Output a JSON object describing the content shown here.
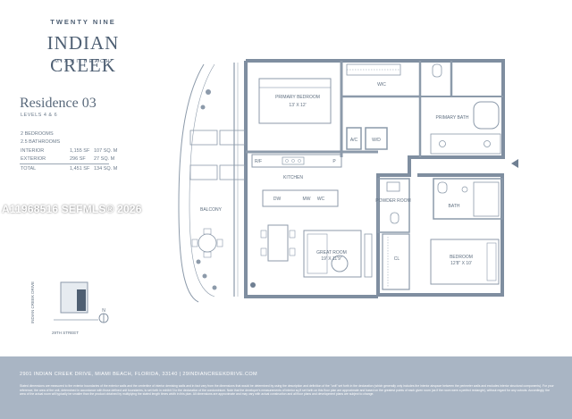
{
  "brand": {
    "top": "TWENTY NINE",
    "name": "INDIAN CREEK",
    "city": "MIAMI BEACH"
  },
  "residence": {
    "title": "Residence 03",
    "levels": "LEVELS 4 & 6",
    "bedrooms": "2 BEDROOMS",
    "bathrooms": "2.5 BATHROOMS",
    "interior": {
      "label": "INTERIOR",
      "sf": "1,155 SF",
      "m": "107 SQ. M"
    },
    "exterior": {
      "label": "EXTERIOR",
      "sf": "296 SF",
      "m": "27 SQ. M"
    },
    "total": {
      "label": "TOTAL",
      "sf": "1,451 SF",
      "m": "134 SQ. M"
    }
  },
  "watermark": "A11968516  SEFMLS® 2026",
  "rooms": {
    "primary_bedroom": "PRIMARY BEDROOM",
    "primary_bedroom_dim": "13' X 12'",
    "wic": "WIC",
    "primary_bath": "PRIMARY BATH",
    "ac": "A/C",
    "wd": "W/D",
    "rf": "R/F",
    "p": "P",
    "kitchen": "KITCHEN",
    "dw": "DW",
    "mw": "MW",
    "wc": "WC",
    "balcony": "BALCONY",
    "powder_room": "POWDER ROOM",
    "bath": "BATH",
    "great_room": "GREAT ROOM",
    "great_room_dim": "19' X 11'9\"",
    "cl": "CL",
    "bedroom": "BEDROOM",
    "bedroom_dim": "12'8\" X 10'"
  },
  "keyplan": {
    "street_vertical": "INDIAN CREEK DRIVE",
    "street_bottom": "29TH STREET",
    "north": "N"
  },
  "footer": {
    "address": "2901 INDIAN CREEK DRIVE, MIAMI BEACH, FLORIDA, 33140 | 29INDIANCREEKDRIVE.COM",
    "disclaimer": "Stated dimensions are measured to the exterior boundaries of the exterior walls and the centerline of interior demising walls and in fact vary from the dimensions that would be determined by using the description and definition of the \"unit\" set forth in the declaration (which generally only includes the interior airspace between the perimeter walls and excludes interior structural components). For your reference, the area of the unit, determined in accordance with those defined unit boundaries, is set forth in exhibit 3 to the declaration of the condominium. Note that the developer's measurements of interior sq ft set forth on this floor plan are approximate and based on the greatest points of each given room (as if the room were a perfect rectangle), without regard for any cutouts. Accordingly, the area of the actual room will typically be smaller than the product obtained by multiplying the stated length times width in this plan. All dimensions are approximate and may vary with actual construction and all floor plans and development plans are subject to change."
  },
  "colors": {
    "wall": "#8c9aaa",
    "text": "#5f6f80",
    "footer_bg": "#a9b5c4"
  }
}
